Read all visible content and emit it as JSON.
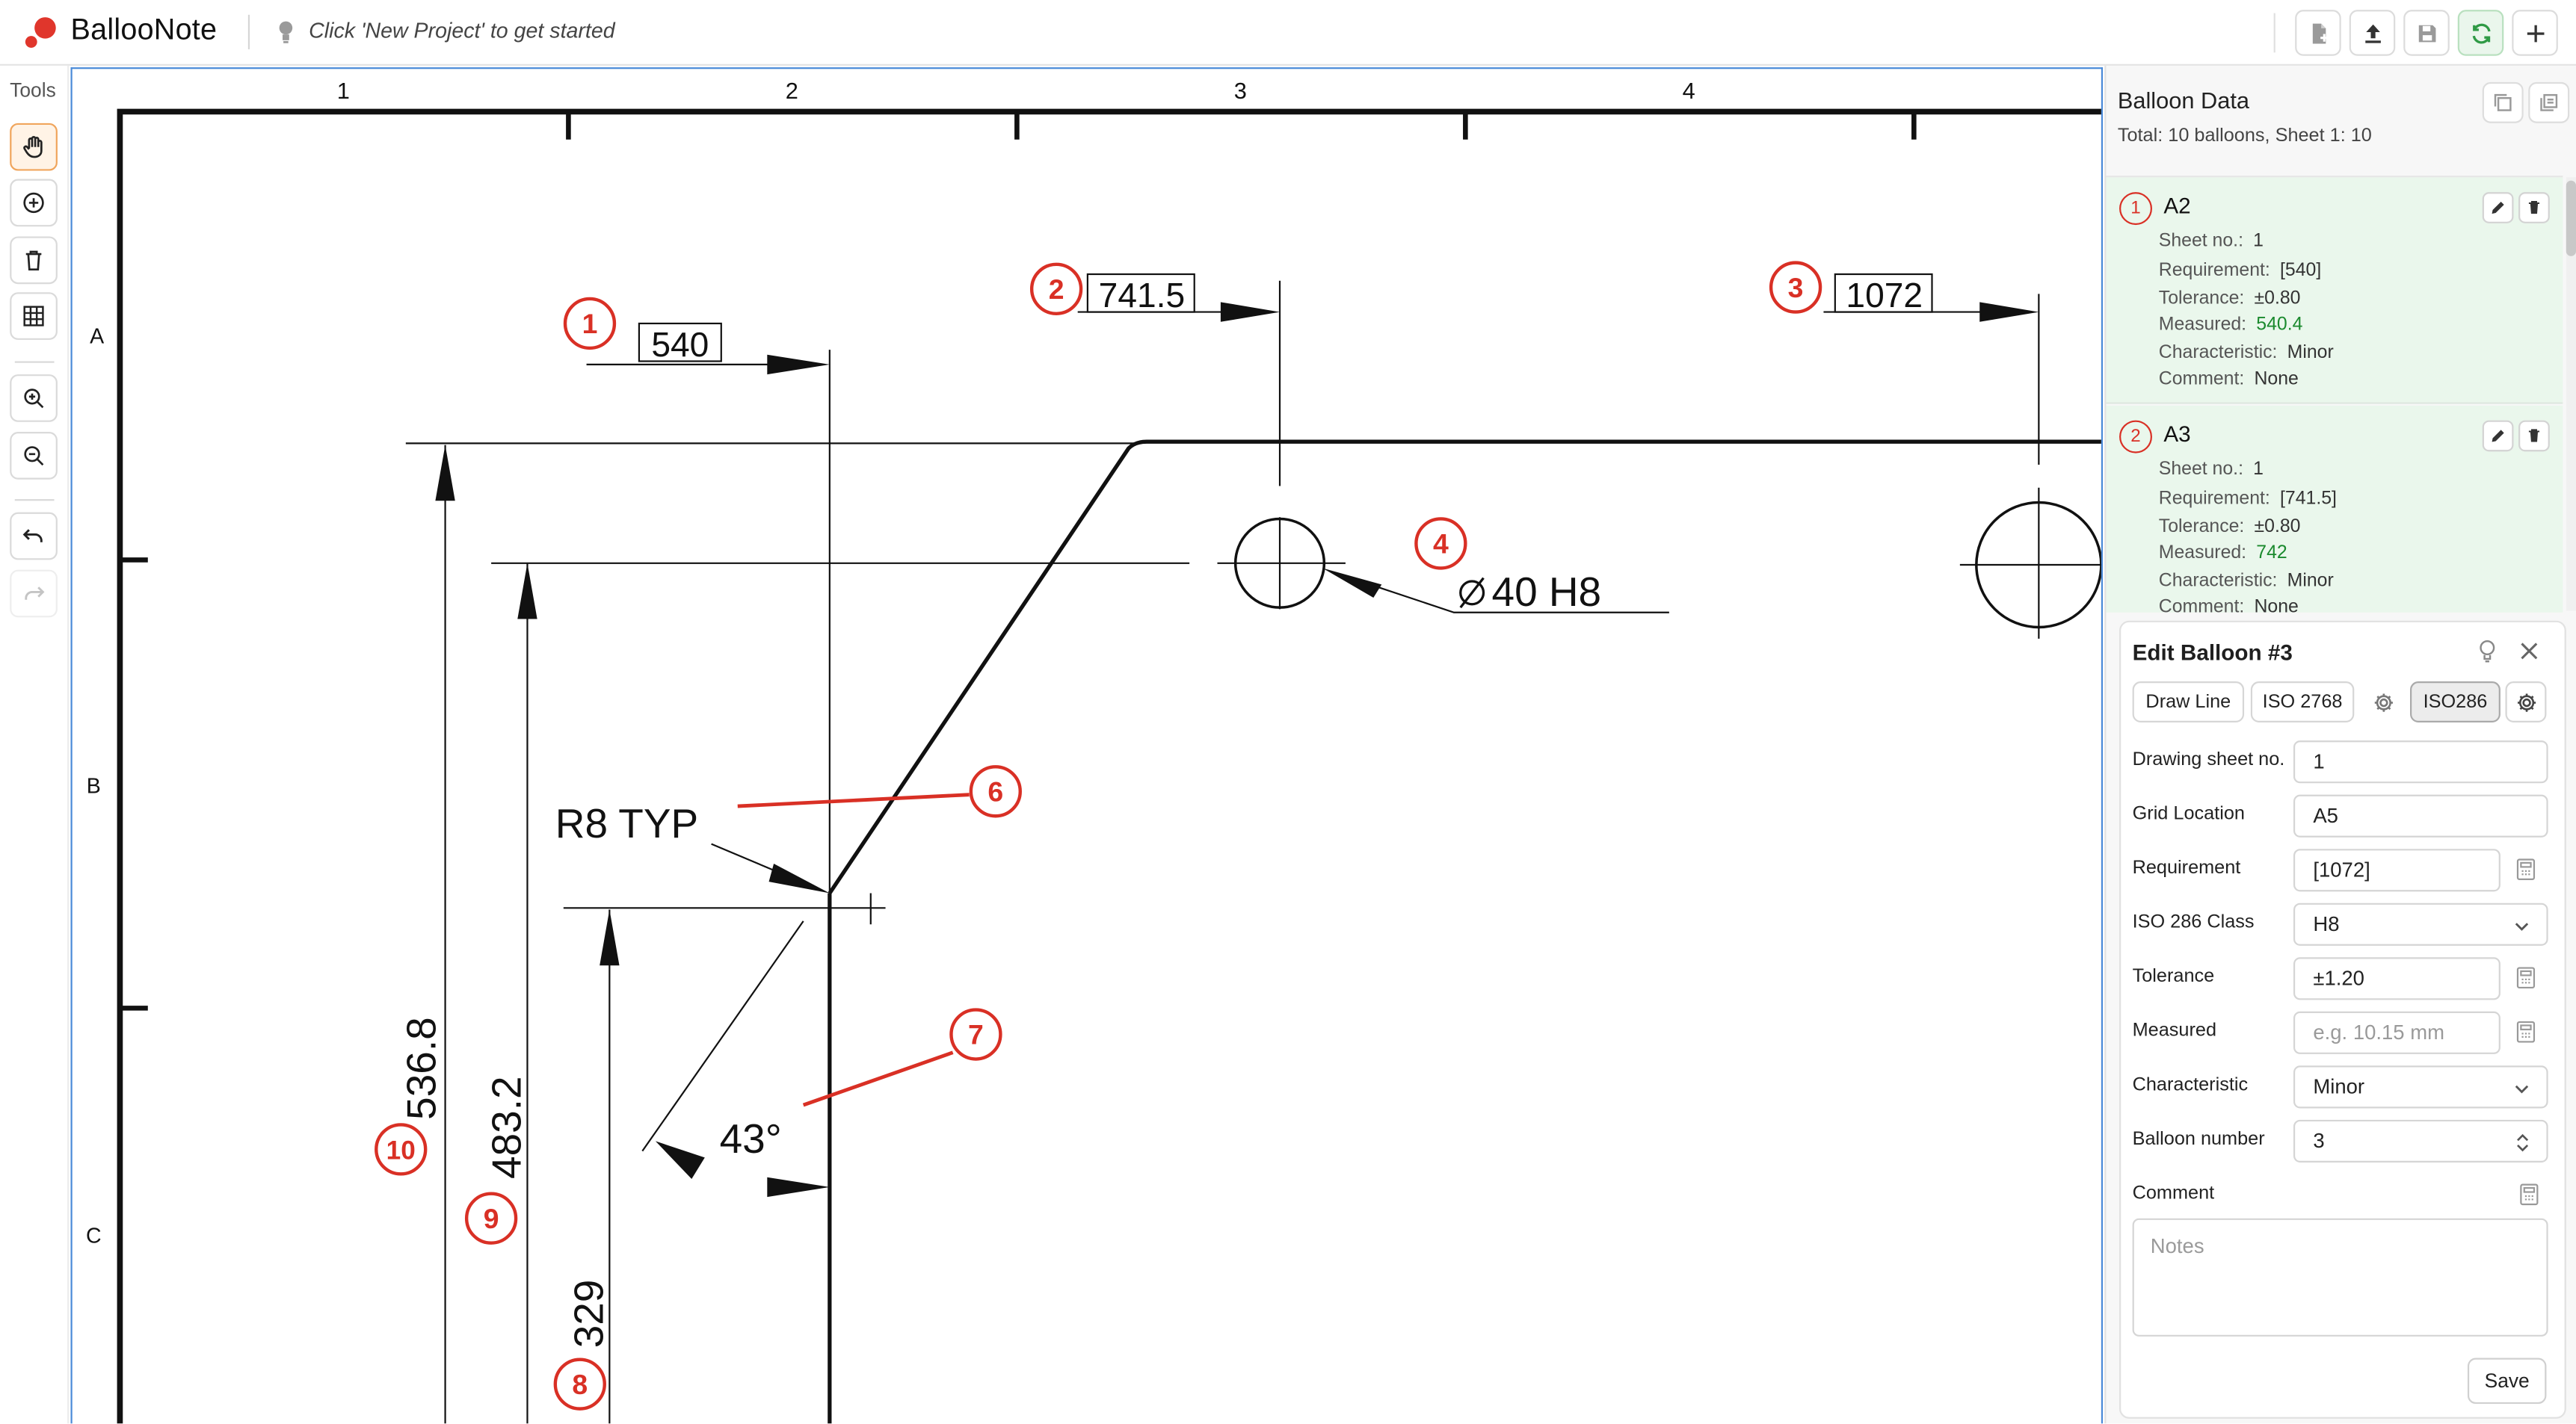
{
  "app": {
    "title": "BallooNote",
    "hint": "Click 'New Project' to get started"
  },
  "toolbar": {
    "buttons": [
      "new-file",
      "upload",
      "save",
      "sync",
      "add"
    ]
  },
  "tools": {
    "label": "Tools",
    "items": [
      "pan",
      "add-balloon",
      "delete",
      "grid",
      "zoom-in",
      "zoom-out",
      "undo",
      "redo"
    ]
  },
  "drawing": {
    "col_labels": [
      "1",
      "2",
      "3",
      "4"
    ],
    "row_labels": [
      "A",
      "B",
      "C"
    ],
    "dims": {
      "d540": "540",
      "d741": "741.5",
      "d1072": "1072",
      "hole": "40 H8",
      "radius": "R8 TYP",
      "angle": "43°",
      "v5368": "536.8",
      "v4832": "483.2",
      "v329": "329"
    },
    "balloons": [
      "1",
      "2",
      "3",
      "4",
      "6",
      "7",
      "8",
      "9",
      "10"
    ],
    "colors": {
      "balloon": "#d93025",
      "line": "#111111"
    }
  },
  "panel": {
    "title": "Balloon Data",
    "summary": "Total: 10 balloons, Sheet 1: 10",
    "labels": {
      "sheet": "Sheet no.:",
      "requirement": "Requirement:",
      "tolerance": "Tolerance:",
      "measured": "Measured:",
      "characteristic": "Characteristic:",
      "comment": "Comment:"
    },
    "balloons": [
      {
        "num": "1",
        "loc": "A2",
        "sheet": "1",
        "requirement": "[540]",
        "tolerance": "±0.80",
        "measured": "540.4",
        "characteristic": "Minor",
        "comment": "None"
      },
      {
        "num": "2",
        "loc": "A3",
        "sheet": "1",
        "requirement": "[741.5]",
        "tolerance": "±0.80",
        "measured": "742",
        "characteristic": "Minor",
        "comment": "None"
      }
    ],
    "colors": {
      "ok": "#1b8a2e",
      "card_bg": "#eaf7ec"
    }
  },
  "editor": {
    "title": "Edit Balloon #3",
    "chips": {
      "draw_line": "Draw Line",
      "iso2768": "ISO 2768",
      "iso286": "ISO286"
    },
    "fields": {
      "sheet": {
        "label": "Drawing sheet no.",
        "value": "1"
      },
      "grid": {
        "label": "Grid Location",
        "value": "A5"
      },
      "requirement": {
        "label": "Requirement",
        "value": "[1072]"
      },
      "iso_class": {
        "label": "ISO 286 Class",
        "value": "H8"
      },
      "tolerance": {
        "label": "Tolerance",
        "value": "±1.20"
      },
      "measured": {
        "label": "Measured",
        "placeholder": "e.g. 10.15 mm"
      },
      "characteristic": {
        "label": "Characteristic",
        "value": "Minor"
      },
      "balloon_number": {
        "label": "Balloon number",
        "value": "3"
      },
      "comment": {
        "label": "Comment",
        "placeholder": "Notes"
      }
    },
    "save_label": "Save"
  }
}
